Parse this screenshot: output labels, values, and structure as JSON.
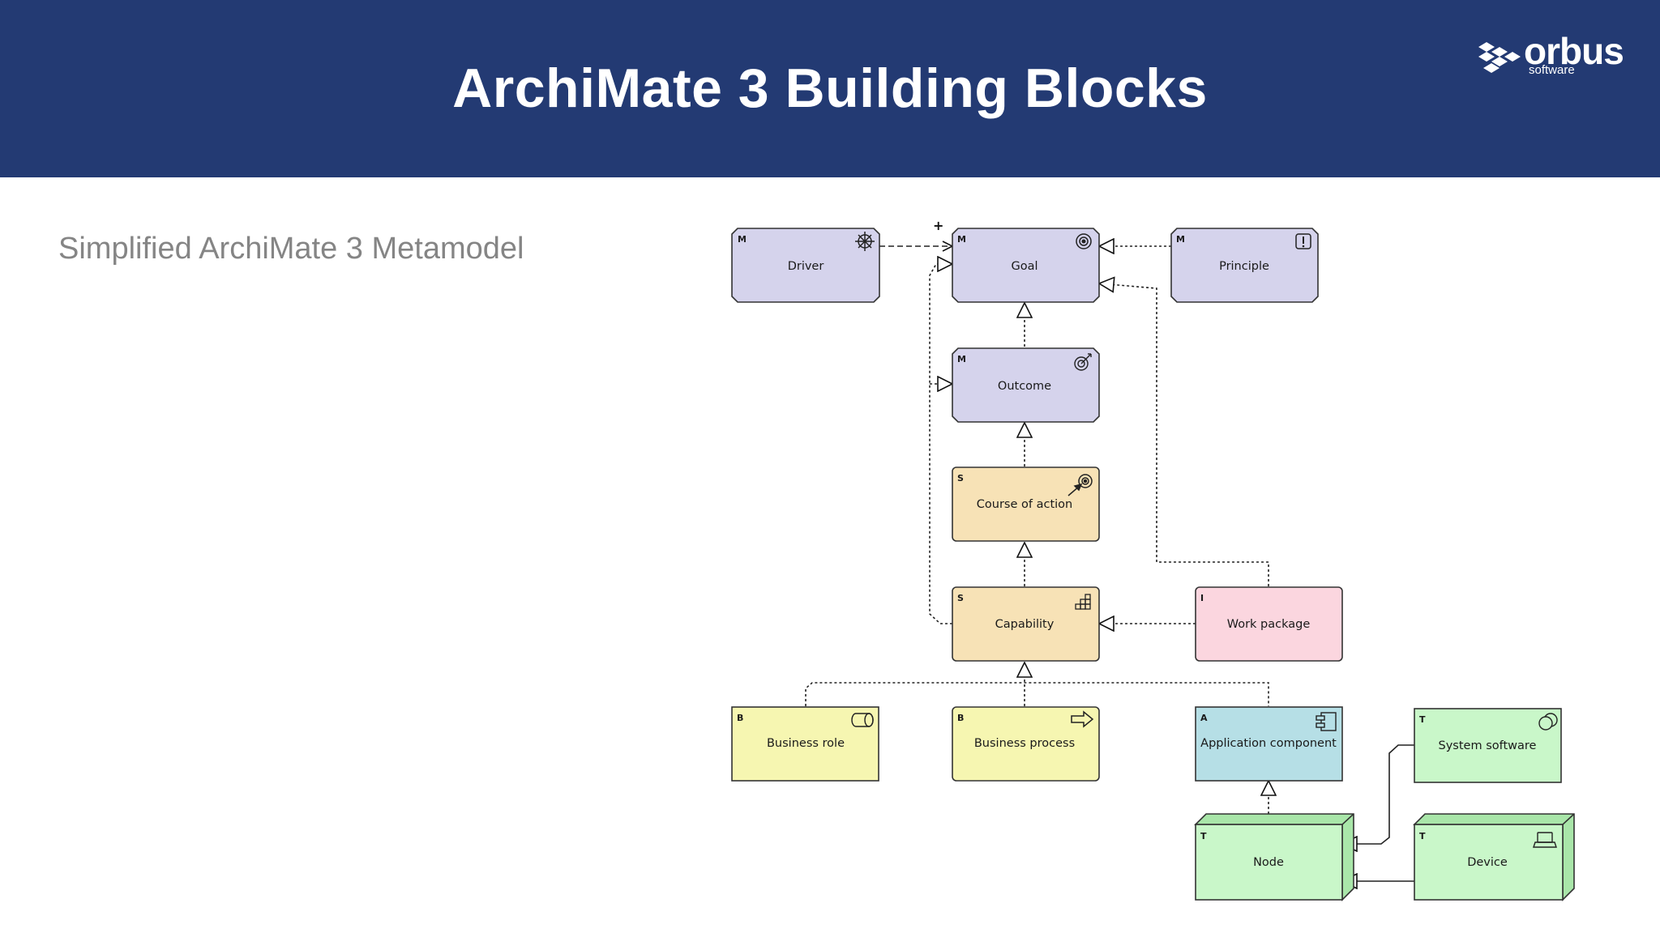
{
  "header": {
    "title": "ArchiMate 3 Building Blocks"
  },
  "logo": {
    "word": "orbus",
    "sub": "software"
  },
  "subtitle": "Simplified ArchiMate 3 Metamodel",
  "diagram": {
    "plus_marker": "+",
    "elements": {
      "driver": {
        "label": "Driver",
        "type": "M",
        "icon": "driver-icon",
        "color": "#d5d3ec"
      },
      "goal": {
        "label": "Goal",
        "type": "M",
        "icon": "goal-icon",
        "color": "#d5d3ec"
      },
      "principle": {
        "label": "Principle",
        "type": "M",
        "icon": "principle-icon",
        "color": "#d5d3ec"
      },
      "outcome": {
        "label": "Outcome",
        "type": "M",
        "icon": "outcome-icon",
        "color": "#d5d3ec"
      },
      "course_of_action": {
        "label": "Course of action",
        "type": "S",
        "icon": "course-of-action-icon",
        "color": "#f7e2b6"
      },
      "capability": {
        "label": "Capability",
        "type": "S",
        "icon": "capability-icon",
        "color": "#f7e2b6"
      },
      "work_package": {
        "label": "Work package",
        "type": "I",
        "icon": "work-package-icon",
        "color": "#fbd6df"
      },
      "business_role": {
        "label": "Business role",
        "type": "B",
        "icon": "business-role-icon",
        "color": "#f6f6b1"
      },
      "business_process": {
        "label": "Business process",
        "type": "B",
        "icon": "business-process-icon",
        "color": "#f6f6b1"
      },
      "application_component": {
        "label": "Application component",
        "type": "A",
        "icon": "application-component-icon",
        "color": "#b6dfe6"
      },
      "system_software": {
        "label": "System software",
        "type": "T",
        "icon": "system-software-icon",
        "color": "#c9f7c9"
      },
      "node": {
        "label": "Node",
        "type": "T",
        "icon": "node-icon",
        "color": "#c9f7c9"
      },
      "device": {
        "label": "Device",
        "type": "T",
        "icon": "device-icon",
        "color": "#c9f7c9"
      }
    }
  }
}
